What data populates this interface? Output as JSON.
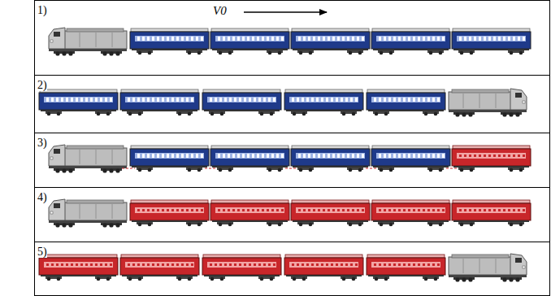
{
  "diagram": {
    "labels": [
      "1)",
      "V0",
      "2)",
      "3)",
      "4)",
      "5)"
    ]
  }
}
